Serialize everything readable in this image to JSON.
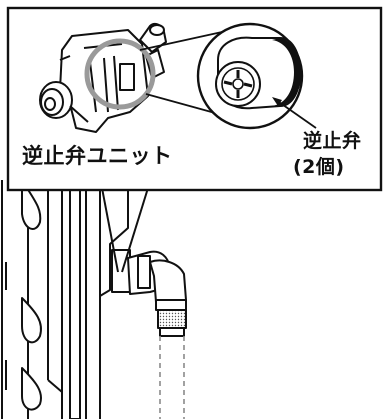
{
  "labels": {
    "check_valve_unit": "逆止弁ユニット",
    "check_valve": "逆止弁",
    "check_valve_count": "(2個)"
  }
}
